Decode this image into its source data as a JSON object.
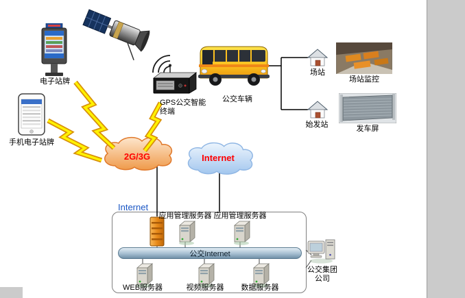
{
  "diagram": {
    "devices": {
      "electronic_sign": "电子站牌",
      "phone_sign": "手机电子站牌",
      "gps_terminal": "GPS公交智能\n终端",
      "bus": "公交车辆"
    },
    "stations": {
      "station": "场站",
      "station_monitor": "场站监控",
      "origin_station": "始发站",
      "departure_screen": "发车屏"
    },
    "networks": {
      "mobile": "2G/3G",
      "internet": "Internet"
    },
    "datacenter": {
      "entry": "Internet",
      "app_server_1": "应用管理服务器",
      "app_server_2": "应用管理服务器",
      "backbone": "公交Internet",
      "web_server": "WEB服务器",
      "video_server": "视频服务器",
      "data_server": "数据服务器"
    },
    "company": "公交集团\n公司",
    "colors": {
      "mobile_cloud": "#F4A860",
      "internet_cloud": "#BCD6F2",
      "network_text": "#FF0000",
      "entry_text": "#1A56C4",
      "lightning": "#FFF200",
      "bus_body": "#FCC01E",
      "firewall": "#E88A1A",
      "backbone_bar": "#A6BFD1"
    }
  }
}
